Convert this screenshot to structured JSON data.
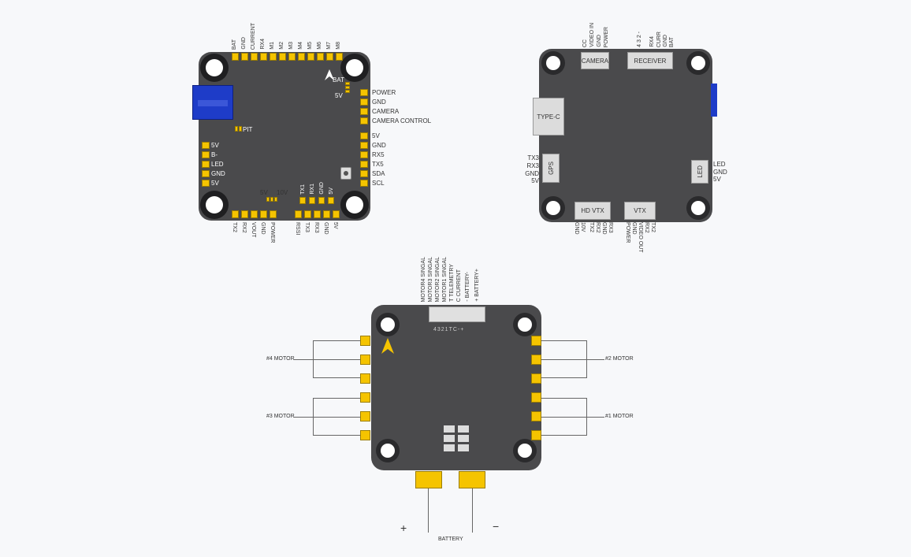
{
  "fc_top": {
    "top_pins": [
      "BAT",
      "GND",
      "CURRENT",
      "RX4",
      "M1",
      "M2",
      "M3",
      "M4",
      "M5",
      "M6",
      "M7",
      "M8"
    ],
    "right_group1": [
      "POWER",
      "GND",
      "CAMERA",
      "CAMERA CONTROL"
    ],
    "right_group2": [
      "5V",
      "GND",
      "RX5",
      "TX5",
      "SDA",
      "SCL"
    ],
    "left_pins": [
      "5V",
      "B-",
      "LED",
      "GND",
      "5V"
    ],
    "bottom_left": [
      "TX2",
      "RX2",
      "VOUT",
      "GND",
      "POWER"
    ],
    "bottom_right": [
      "RSSI",
      "TX3",
      "RX3",
      "GND",
      "5V"
    ],
    "near_bottom_right": [
      "TX1",
      "RX1",
      "GND",
      "5V"
    ],
    "bat_label": "BAT",
    "bat_5v_label": "5V",
    "pit_label": "PIT",
    "sel_5v": "5V",
    "sel_10v": "10V"
  },
  "fc_bottom": {
    "camera_pins": [
      "CC",
      "VIDEO IN",
      "GND",
      "POWER"
    ],
    "camera_label": "CAMERA",
    "receiver_pins": [
      "4 3 2 -",
      "RX4",
      "CURR",
      "GND",
      "BAT"
    ],
    "receiver_label": "RECEIVER",
    "typec_label": "TYPE-C",
    "gps_label": "GPS",
    "gps_pins": [
      "TX3",
      "RX3",
      "GND",
      "5V"
    ],
    "led_label": "LED",
    "led_pins": [
      "LED",
      "GND",
      "5V"
    ],
    "hdvtx_label": "HD VTX",
    "hdvtx_pins": [
      "GND",
      "10V",
      "TX2",
      "RX2",
      "GND",
      "RX3"
    ],
    "vtx_label": "VTX",
    "vtx_pins": [
      "POWER",
      "GND",
      "VIDEO OUT",
      "RX2",
      "TX2"
    ]
  },
  "esc": {
    "top_pins": [
      "MOTOR4 SINGAL",
      "MOTOR3 SINGAL",
      "MOTOR2 SINGAL",
      "MOTOR1 SINGAL",
      "T TELEMETRY",
      "C CURRENT",
      "- BATTERY-",
      "+ BATTERY+"
    ],
    "connector_text": "4321TC-+",
    "motor4": "#4 MOTOR",
    "motor3": "#3 MOTOR",
    "motor2": "#2 MOTOR",
    "motor1": "#1 MOTOR",
    "plus": "+",
    "minus": "−",
    "battery": "BATTERY"
  },
  "colors": {
    "board": "#4a4a4c",
    "pad": "#f5c400",
    "usb": "#1e3cc8"
  }
}
